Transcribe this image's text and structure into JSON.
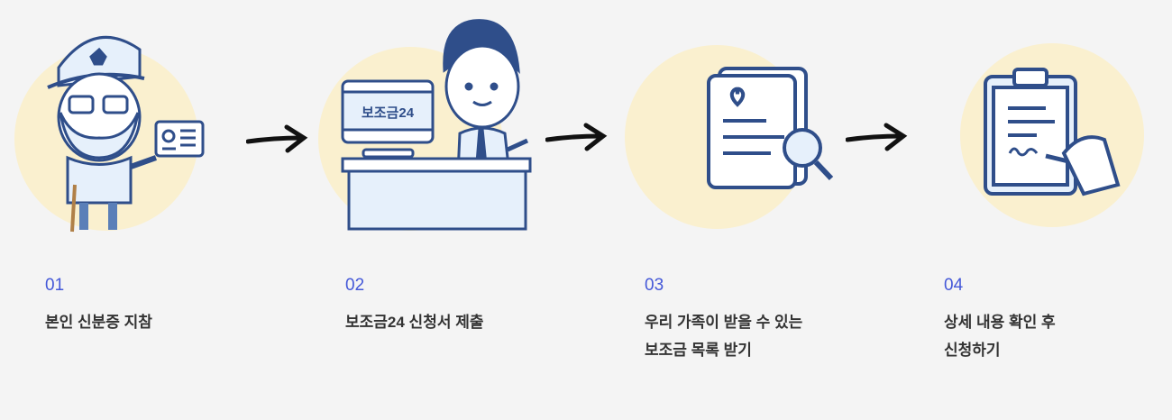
{
  "colors": {
    "background": "#f4f4f4",
    "circle": "#faf0cf",
    "illustration": "#2f4e8a",
    "number": "#4458d8",
    "text": "#333333"
  },
  "steps": [
    {
      "number": "01",
      "lines": [
        "본인 신분증 지참"
      ],
      "icon": "elderly-with-id-card-icon"
    },
    {
      "number": "02",
      "lines": [
        "보조금24 신청서 제출"
      ],
      "icon": "clerk-at-desk-icon",
      "monitor_label": "보조금24"
    },
    {
      "number": "03",
      "lines": [
        "우리 가족이 받을 수 있는",
        "보조금 목록 받기"
      ],
      "icon": "document-search-icon"
    },
    {
      "number": "04",
      "lines": [
        "상세 내용 확인 후",
        "신청하기"
      ],
      "icon": "clipboard-sign-icon"
    }
  ]
}
